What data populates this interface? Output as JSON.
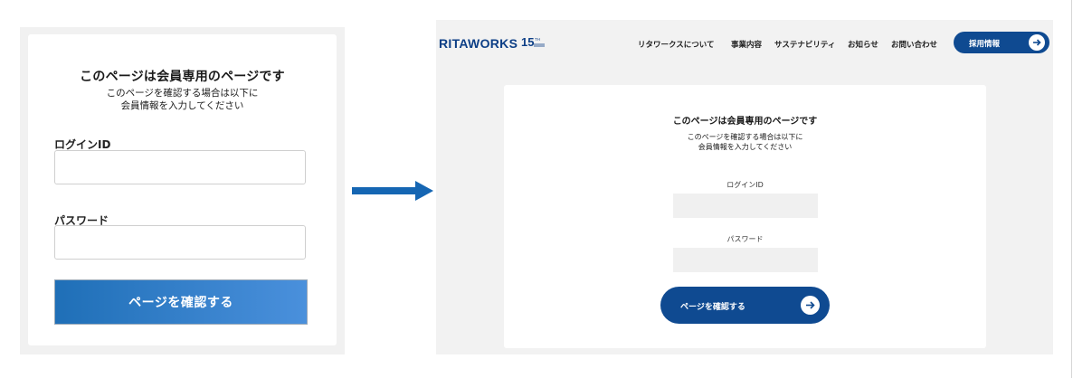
{
  "before": {
    "title": "このページは会員専用のページです",
    "desc_line1": "このページを確認する場合は以下に",
    "desc_line2": "会員情報を入力してください",
    "login_label": "ログインID",
    "password_label": "パスワード",
    "submit_label": "ページを確認する"
  },
  "after": {
    "nav": {
      "logo": "RITAWORKS",
      "anniv_icon": "15th-anniversary-logo",
      "items": [
        "リタワークスについて",
        "事業内容",
        "サステナビリティ",
        "お知らせ",
        "お問い合わせ"
      ],
      "recruit_label": "採用情報"
    },
    "title": "このページは会員専用のページです",
    "desc_line1": "このページを確認する場合は以下に",
    "desc_line2": "会員情報を入力してください",
    "login_label": "ログインID",
    "password_label": "パスワード",
    "submit_label": "ページを確認する"
  },
  "colors": {
    "primary_navy": "#0f4a91",
    "gradient_start": "#1f6fb7",
    "gradient_end": "#4a90dc",
    "arrow": "#1566b3"
  },
  "icons": {
    "transition": "right-arrow-icon",
    "button_arrow": "arrow-right-circle-icon"
  }
}
